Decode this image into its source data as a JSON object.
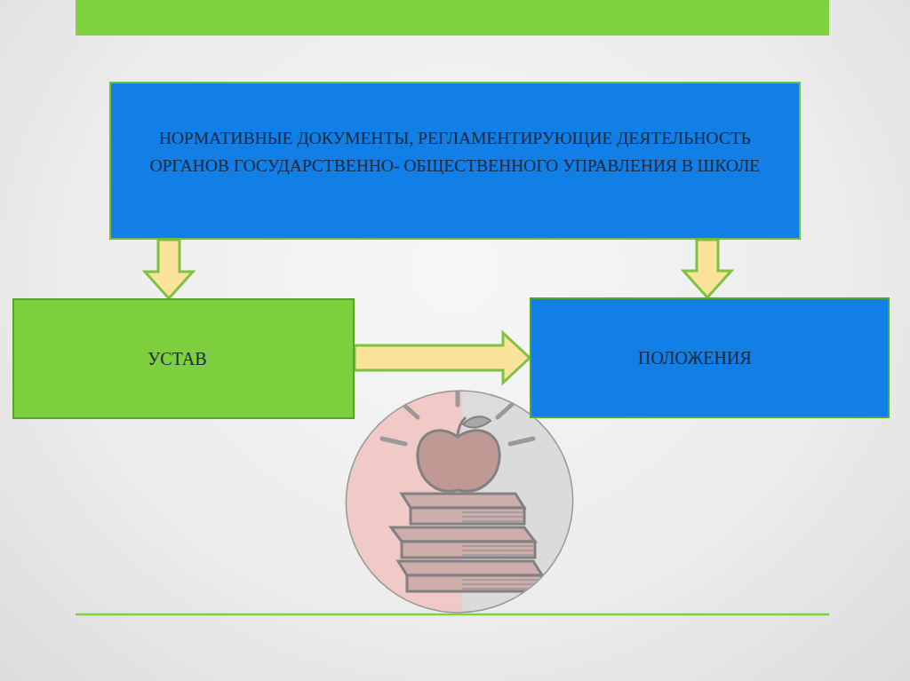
{
  "diagram": {
    "nodes": [
      {
        "text": [
          "НОРМАТИВНЫЕ ДОКУМЕНТЫ, РЕГЛАМЕНТИРУЮЩИЕ ДЕЯТЕЛЬНОСТЬ ОРГАНОВ ГОСУДАРСТВЕННО- ОБЩЕСТВЕННОГО УПРАВЛЕНИЯ В ШКОЛЕ"
        ]
      },
      {
        "text": [
          "УСТАВ"
        ]
      },
      {
        "text": [
          "ПОЛОЖЕНИЯ"
        ]
      }
    ],
    "edges": [
      {
        "from": 0,
        "to": 1,
        "arrow": "to"
      },
      {
        "from": 0,
        "to": 2,
        "arrow": "to"
      },
      {
        "from": 1,
        "to": 2,
        "arrow": "to"
      }
    ]
  }
}
